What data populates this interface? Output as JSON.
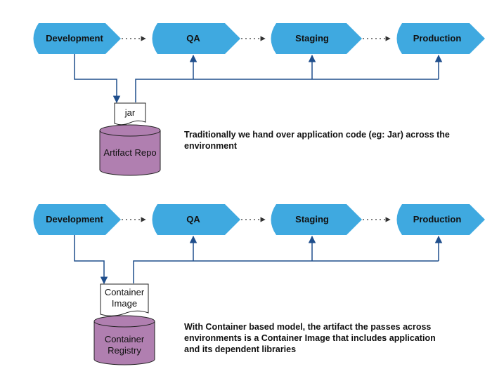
{
  "colors": {
    "stage_fill": "#3fa9e0",
    "flow_line": "#1f4e8c",
    "repo_fill": "#b07fb0",
    "dotted": "#333333"
  },
  "top": {
    "stages": [
      "Development",
      "QA",
      "Staging",
      "Production"
    ],
    "artifact_label": "jar",
    "repo_label_lines": [
      "Artifact Repo"
    ],
    "description_lines": [
      "Traditionally we hand over application code (eg: Jar) across the",
      "environment"
    ]
  },
  "bottom": {
    "stages": [
      "Development",
      "QA",
      "Staging",
      "Production"
    ],
    "artifact_label_lines": [
      "Container",
      "Image"
    ],
    "repo_label_lines": [
      "Container",
      "Registry"
    ],
    "description_lines": [
      "With Container based model, the artifact the passes across",
      "environments is a Container Image that includes application",
      "and its dependent libraries"
    ]
  }
}
